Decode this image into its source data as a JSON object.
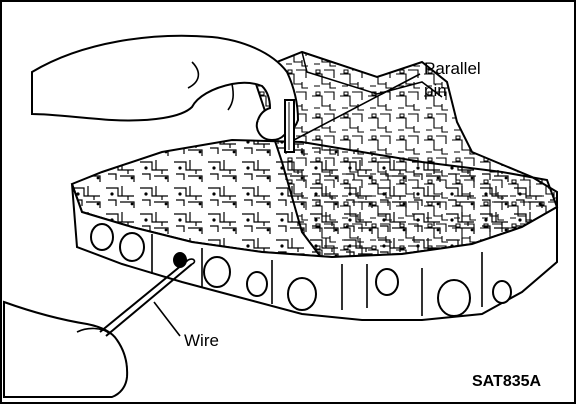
{
  "labels": {
    "parallel": "Parallel",
    "pin": "pin",
    "wire": "Wire",
    "figure_code": "SAT835A"
  }
}
